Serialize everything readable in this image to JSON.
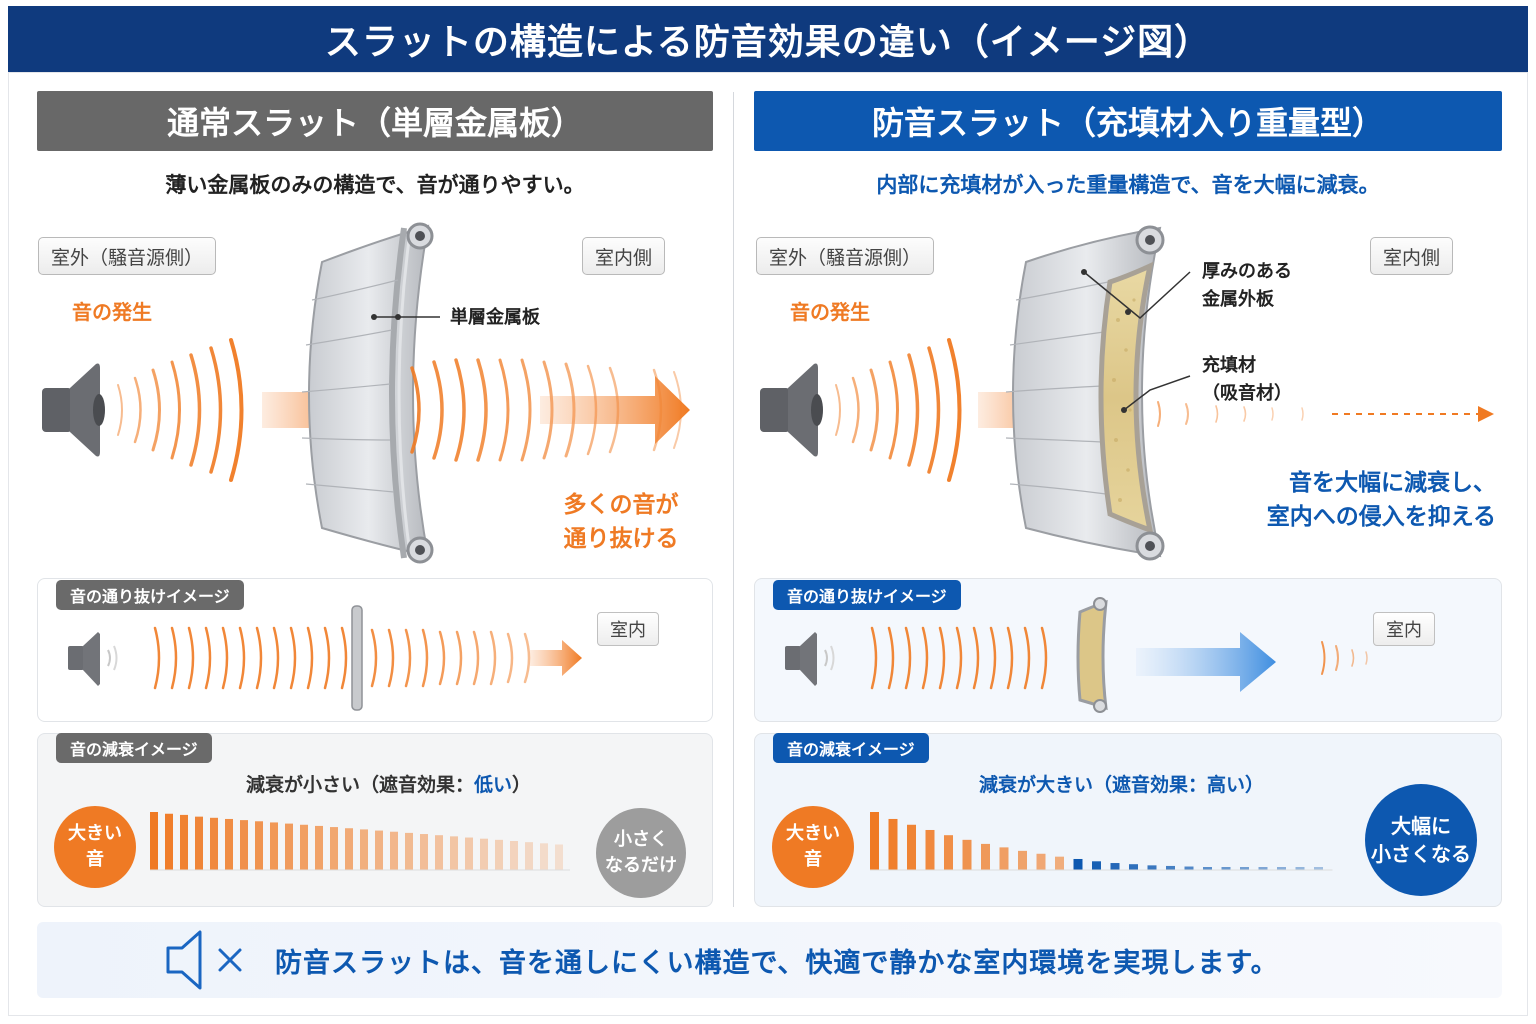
{
  "title": "スラットの構造による防音効果の違い（イメージ図）",
  "left": {
    "header": "通常スラット（単層金属板）",
    "subtitle": "薄い金属板のみの構造で、音が通りやすい。",
    "outdoor_tag": "室外（騒音源側）",
    "indoor_tag": "室内側",
    "sound_source": "音の発生",
    "plate_label": "単層金属板",
    "result_line1": "多くの音が",
    "result_line2": "通り抜ける",
    "pass_box": {
      "label": "音の通り抜けイメージ",
      "indoor": "室内"
    },
    "atten_box": {
      "label": "音の減衰イメージ",
      "text_prefix": "減衰が小さい（遮音効果：",
      "text_value": "低い",
      "text_suffix": "）",
      "big_sound_line1": "大きい",
      "big_sound_line2": "音",
      "result_line1": "小さく",
      "result_line2": "なるだけ",
      "bar_levels": [
        1.0,
        0.97,
        0.95,
        0.92,
        0.9,
        0.88,
        0.86,
        0.84,
        0.82,
        0.8,
        0.78,
        0.76,
        0.74,
        0.72,
        0.7,
        0.68,
        0.66,
        0.64,
        0.62,
        0.6,
        0.58,
        0.56,
        0.54,
        0.52,
        0.5,
        0.48,
        0.46,
        0.44
      ]
    }
  },
  "right": {
    "header": "防音スラット（充填材入り重量型）",
    "subtitle": "内部に充填材が入った重量構造で、音を大幅に減衰。",
    "outdoor_tag": "室外（騒音源側）",
    "indoor_tag": "室内側",
    "sound_source": "音の発生",
    "outer_label_line1": "厚みのある",
    "outer_label_line2": "金属外板",
    "filler_label_line1": "充填材",
    "filler_label_line2": "（吸音材）",
    "result_line1": "音を大幅に減衰し、",
    "result_line2": "室内への侵入を抑える",
    "pass_box": {
      "label": "音の通り抜けイメージ",
      "indoor": "室内"
    },
    "atten_box": {
      "label": "音の減衰イメージ",
      "text": "減衰が大きい（遮音効果：高い）",
      "big_sound_line1": "大きい",
      "big_sound_line2": "音",
      "result_line1": "大幅に",
      "result_line2": "小さくなる",
      "bar_levels": [
        1.0,
        0.88,
        0.78,
        0.69,
        0.6,
        0.52,
        0.45,
        0.39,
        0.33,
        0.28,
        0.23,
        0.19,
        0.15,
        0.12,
        0.1,
        0.08,
        0.07,
        0.06,
        0.05,
        0.05,
        0.04,
        0.04,
        0.03,
        0.03,
        0.02
      ]
    }
  },
  "bottom_message": "防音スラットは、音を通しにくい構造で、快適で静かな室内環境を実現します。",
  "colors": {
    "navy": "#0f3a7e",
    "blue": "#0d58b0",
    "orange": "#ef7a24",
    "gray": "#686868"
  }
}
